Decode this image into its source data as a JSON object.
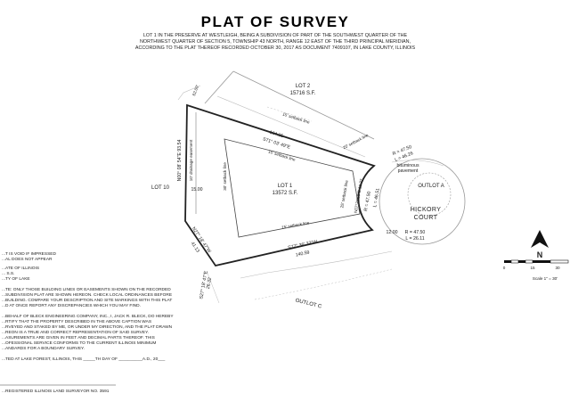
{
  "document": {
    "title": "PLAT OF SURVEY",
    "description_lines": [
      "LOT 1 IN THE PRESERVE AT WESTLEIGH, BEING A SUBDIVISION OF PART OF THE SOUTHWEST QUARTER OF THE",
      "NORTHWEST QUARTER OF SECTION 5, TOWNSHIP 43 NORTH, RANGE 12 EAST OF THE THIRD PRINCIPAL MERIDIAN,",
      "ACCORDING TO THE PLAT THEREOF RECORDED OCTOBER 30, 2017 AS DOCUMENT 7409107, IN LAKE COUNTY, ILLINOIS"
    ]
  },
  "lots": {
    "lot2": {
      "name": "LOT 2",
      "area": "15716 S.F."
    },
    "lot1": {
      "name": "LOT 1",
      "area": "13572 S.F."
    },
    "lot10": {
      "name": "LOT 10"
    },
    "outlot_a": {
      "name": "OUTLOT A"
    },
    "outlot_c": {
      "name": "OUTLOT C"
    },
    "street": {
      "line1": "HICKORY",
      "line2": "COURT"
    },
    "bituminous": {
      "line1": "bituminous",
      "line2": "pavement"
    }
  },
  "dimensions": {
    "north_len": "164.35",
    "north_bearing": "S71° 03' 49\"E",
    "south_bearing": "S77° 36' 33\"W",
    "south_len": "140.59",
    "west_bearing": "N00° 08' 54\"E  93.54",
    "sw_bearing": "N27° 18' 47\"W",
    "sw_len": "41.13",
    "se_len": "26.32",
    "se_bearing": "S27° 18' 47\"E",
    "arc_right_r": "R = 47.50",
    "arc_right_l": "L = 46.26",
    "arc_inner_r": "R = 47.50",
    "arc_inner_l": "L = 46.51",
    "arc_low_r": "R = 47.50",
    "arc_low_l": "L = 26.11",
    "width_15": "15.00",
    "width_12": "12.00",
    "top_left": "62.00'",
    "east_bearing": "N07°23'58\"E  12.32"
  },
  "setbacks": {
    "north": "15' setback line",
    "north_mid": "15' setback line",
    "south": "15' setback line",
    "west": "30' setback line",
    "east": "25' setback line",
    "ne": "20' setback line",
    "drainage": "10' drainage easement"
  },
  "scale": {
    "ticks": [
      "0",
      "15",
      "30"
    ],
    "label": "Scale 1\" = 30'",
    "north": "N"
  },
  "notes": [
    "...T IS VOID IF IMPRESSED",
    "...AL DOES NOT APPEAR",
    "",
    "...ATE OF ILLINOIS",
    "...                                 S.S.",
    "...TY OF LAKE",
    "",
    "...TE: ONLY THOSE BUILDING LINES OR EASEMENTS SHOWN ON THE RECORDED",
    "...SUBDIVISION PLAT ARE SHOWN HEREON.  CHECK LOCAL ORDINANCES BEFORE",
    "...BUILDING.  COMPARE YOUR DESCRIPTION AND SITE MARKINGS WITH THIS PLAT",
    "...D AT ONCE REPORT ANY DISCREPANCIES WHICH YOU MAY FIND.",
    "",
    "...BEHALF OF BLECK ENGINEERING COMPANY, INC., I, JACK R. BLECK, DO HEREBY",
    "...RTIFY THAT THE PROPERTY DESCRIBED IN THE ABOVE CAPTION WAS",
    "...RVEYED AND STAKED BY ME, OR UNDER MY DIRECTION, AND THE PLAT DRAWN",
    "...REON IS A TRUE AND CORRECT REPRESENTATION OF SAID SURVEY.",
    "...ASUREMENTS ARE GIVEN IN FEET AND DECIMAL PARTS THEREOF.  THIS",
    "...OFESSIONAL SERVICE CONFORMS TO THE CURRENT ILLINOIS MINIMUM",
    "...ANDARDS FOR A BOUNDARY SURVEY.",
    "",
    "...TED AT LAKE FOREST, ILLINOIS, THIS _____TH DAY OF __________A.D., 20___"
  ],
  "footer": {
    "license": "...REGISTERED ILLINOIS LAND SURVEYOR NO. 3591"
  }
}
